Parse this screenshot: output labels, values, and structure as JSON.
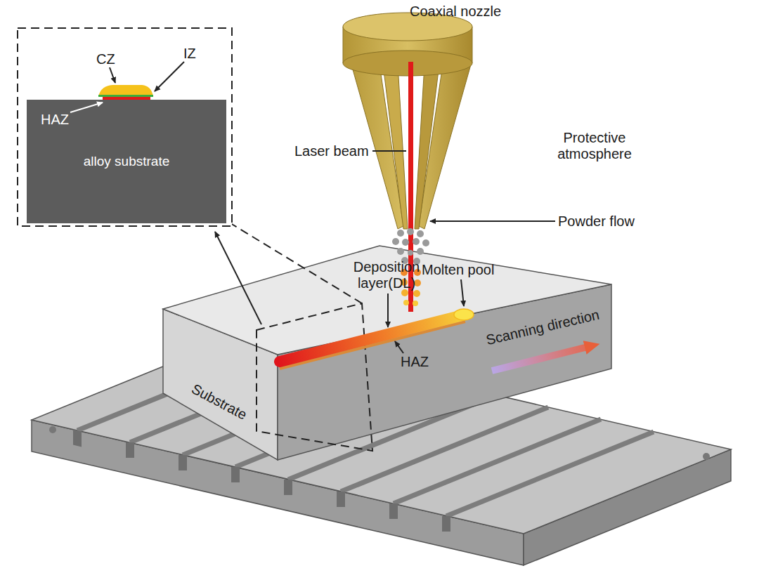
{
  "diagram": {
    "nodes": [
      {
        "text": [
          "alloy substrate"
        ]
      }
    ],
    "labels": [
      "Coaxial nozzle",
      "Laser beam",
      "Protective atmosphere",
      "Powder flow",
      "Deposition layer(DL)",
      "Molten pool",
      "Scanning direction",
      "HAZ",
      "Substrate",
      "CZ",
      "IZ",
      "HAZ"
    ]
  }
}
